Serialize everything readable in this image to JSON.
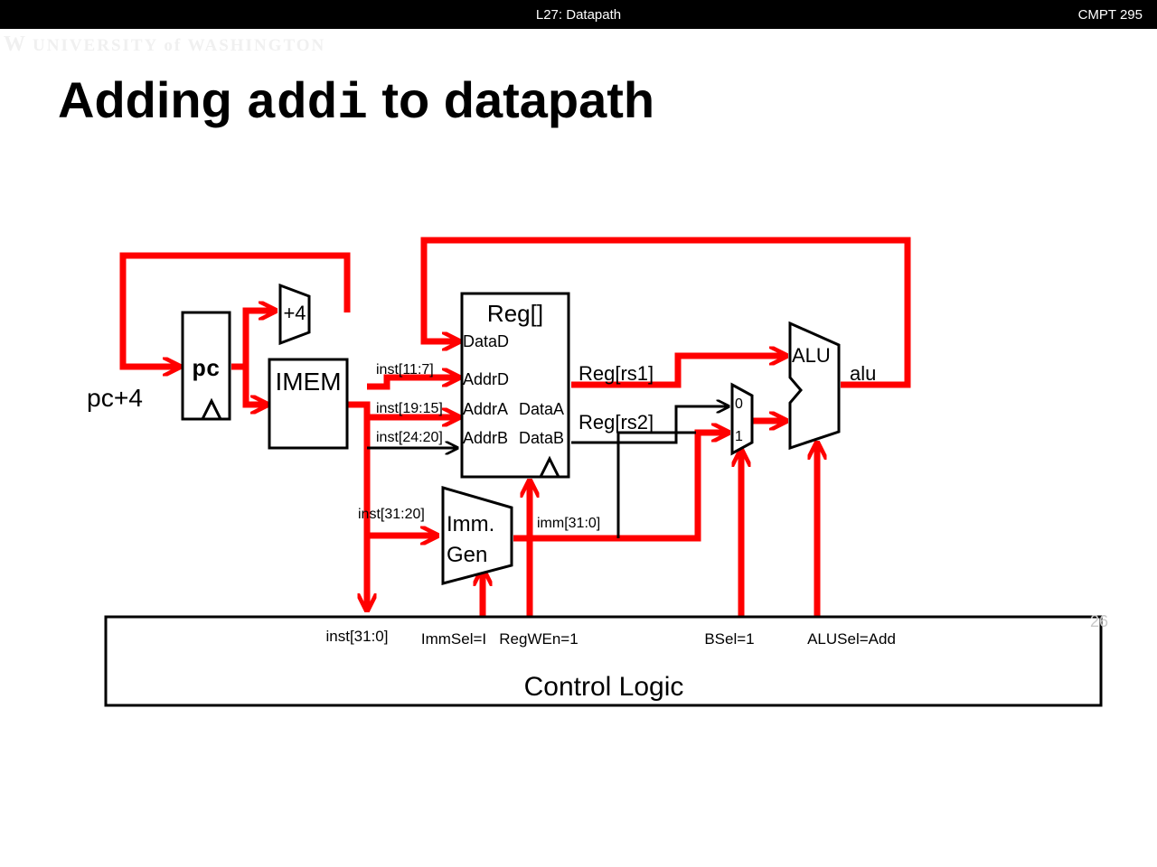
{
  "header": {
    "lecture": "L27: Datapath",
    "course": "CMPT 295"
  },
  "logo": {
    "text": "UNIVERSITY of WASHINGTON",
    "icon": "uw-w-logo-icon"
  },
  "slide": {
    "title_pre": "Adding ",
    "title_code": "addi",
    "title_post": " to datapath",
    "page_number": "26"
  },
  "diagram": {
    "pc": "pc",
    "pc_input": "pc+4",
    "adder": "+4",
    "imem": "IMEM",
    "regfile": {
      "title": "Reg[]",
      "data_d": "DataD",
      "addr_d": "AddrD",
      "addr_a": "AddrA",
      "addr_b": "AddrB",
      "data_a": "DataA",
      "data_b": "DataB"
    },
    "wires": {
      "inst_11_7": "inst[11:7]",
      "inst_19_15": "inst[19:15]",
      "inst_24_20": "inst[24:20]",
      "inst_31_20": "inst[31:20]",
      "inst_31_0": "inst[31:0]",
      "reg_rs1": "Reg[rs1]",
      "reg_rs2": "Reg[rs2]",
      "imm": "imm[31:0]",
      "alu_out": "alu"
    },
    "immgen": {
      "line1": "Imm.",
      "line2": "Gen"
    },
    "mux": {
      "in0": "0",
      "in1": "1"
    },
    "alu": "ALU",
    "control": {
      "title": "Control Logic",
      "imm_sel": "ImmSel=I",
      "reg_wen": "RegWEn=1",
      "b_sel": "BSel=1",
      "alu_sel": "ALUSel=Add"
    }
  },
  "colors": {
    "active": "#ff0000",
    "wire": "#000000"
  }
}
